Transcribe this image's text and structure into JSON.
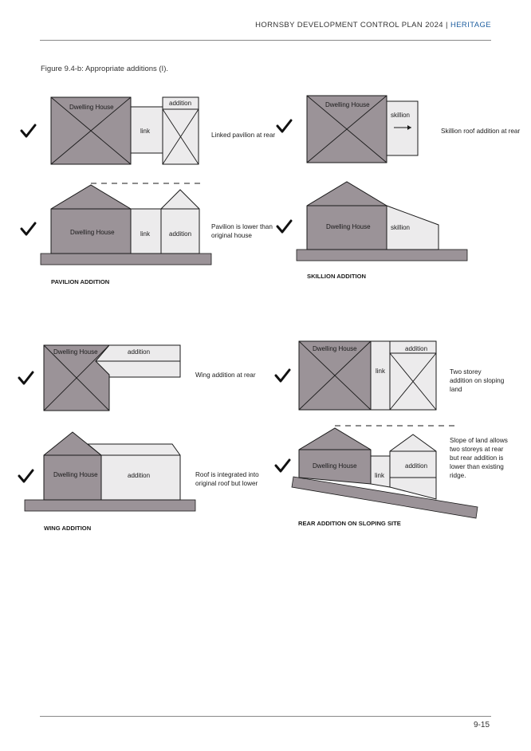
{
  "header": {
    "doc": "HORNSBY DEVELOPMENT CONTROL PLAN 2024",
    "separator": "|",
    "section": "HERITAGE"
  },
  "caption": "Figure 9.4-b: Appropriate additions (I).",
  "pavilion": {
    "plan_house": "Dwelling House",
    "plan_link": "link",
    "plan_addition": "addition",
    "plan_note": "Linked pavilion at rear",
    "elev_house": "Dwelling House",
    "elev_link": "link",
    "elev_addition": "addition",
    "elev_note": [
      "Pavilion is lower than",
      "original house"
    ],
    "title": "PAVILION ADDITION"
  },
  "skillion": {
    "plan_house": "Dwelling House",
    "plan_skillion": "skillion",
    "plan_note": "Skillion roof addition at rear",
    "elev_house": "Dwelling House",
    "elev_skillion": "skillion",
    "title": "SKILLION ADDITION"
  },
  "wing": {
    "plan_house": "Dwelling House",
    "plan_addition": "addition",
    "plan_note": "Wing addition at rear",
    "elev_house": "Dwelling House",
    "elev_addition": "addition",
    "elev_note": [
      "Roof is integrated into",
      "original roof but lower"
    ],
    "title": "WING ADDITION"
  },
  "rear": {
    "plan_house": "Dwelling House",
    "plan_link": "link",
    "plan_addition": "addition",
    "plan_note": [
      "Two storey",
      "addition on sloping",
      "land"
    ],
    "elev_house": "Dwelling House",
    "elev_link": "link",
    "elev_addition": "addition",
    "elev_note": [
      "Slope of land allows",
      "two storeys at rear",
      "but rear addition is",
      "lower than existing",
      "ridge."
    ],
    "title": "REAR ADDITION ON SLOPING SITE"
  },
  "page_number": "9-15"
}
